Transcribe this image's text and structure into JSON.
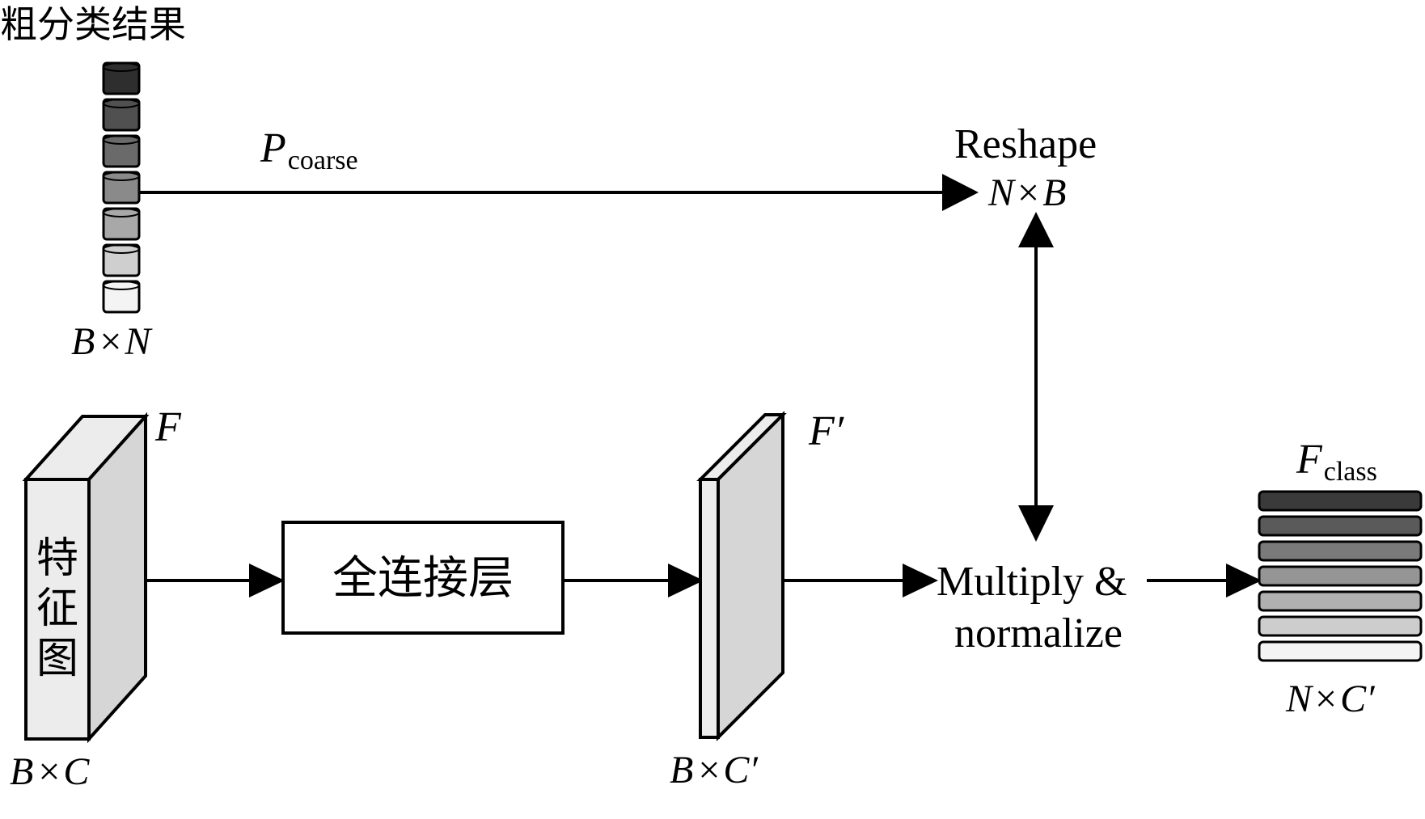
{
  "title": "粗分类结果",
  "coarse": {
    "dims": {
      "a": "B",
      "x": "×",
      "b": "N"
    },
    "arrow_label": {
      "main": "P",
      "sub": "coarse"
    },
    "cell_colors": [
      "#2e2e2e",
      "#505050",
      "#6a6a6a",
      "#8a8a8a",
      "#a8a8a8",
      "#cfcfcf",
      "#f4f4f4"
    ]
  },
  "reshape": {
    "label": "Reshape",
    "dims": {
      "a": "N",
      "x": "×",
      "b": "B"
    }
  },
  "feature_map": {
    "name": "F",
    "text": [
      "特",
      "征",
      "图"
    ],
    "dims": {
      "a": "B",
      "x": "×",
      "b": "C"
    }
  },
  "fc_layer": {
    "label": "全连接层"
  },
  "feature_prime": {
    "name": "F′",
    "dims": {
      "a": "B",
      "x": "×",
      "b": "C′"
    }
  },
  "multiply": {
    "line1": "Multiply &",
    "line2": "normalize"
  },
  "output": {
    "name": {
      "main": "F",
      "sub": "class"
    },
    "dims": {
      "a": "N",
      "x": "×",
      "b": "C′"
    },
    "layer_colors": [
      "#3a3a3a",
      "#5a5a5a",
      "#7a7a7a",
      "#959595",
      "#b0b0b0",
      "#cdcdcd",
      "#f4f4f4"
    ]
  }
}
